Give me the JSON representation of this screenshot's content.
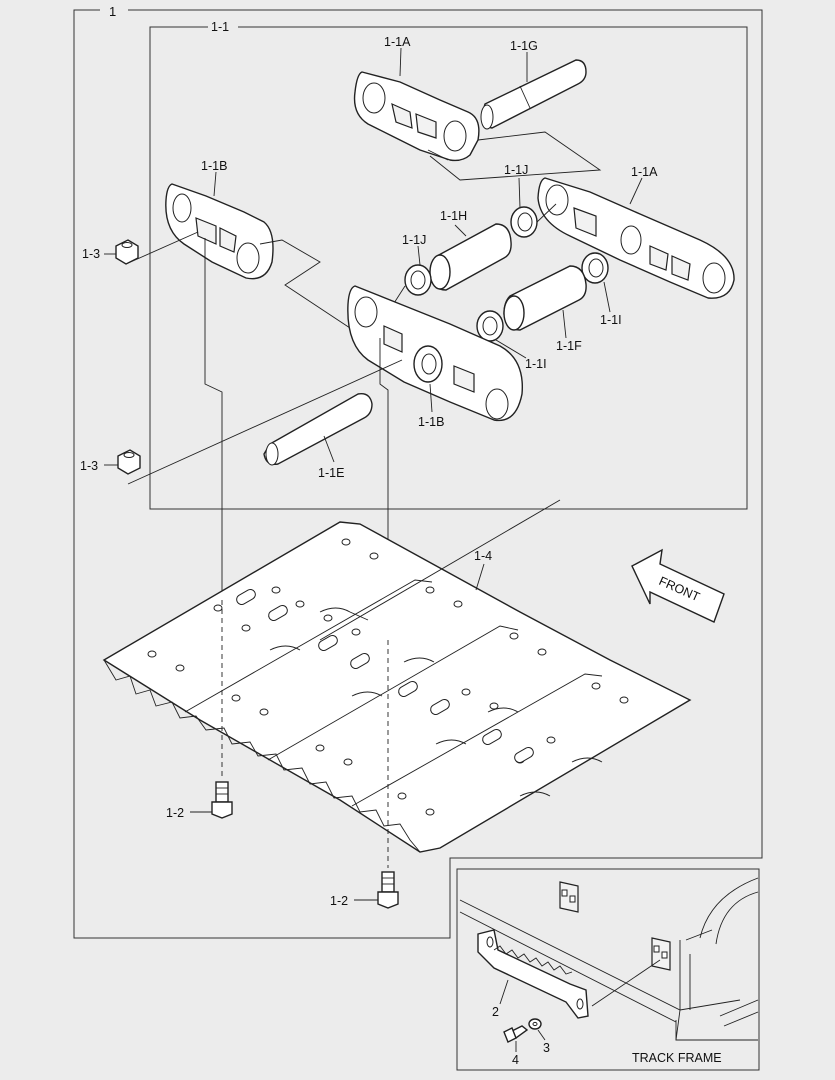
{
  "diagram": {
    "labels": {
      "assembly": "1",
      "link_assembly": "1-1",
      "link_a_top": "1-1A",
      "link_a_right": "1-1A",
      "pin_g": "1-1G",
      "link_b_left": "1-1B",
      "link_b_center": "1-1B",
      "seal_j_right": "1-1J",
      "seal_j_left": "1-1J",
      "bushing_h": "1-1H",
      "bushing_f": "1-1F",
      "seal_i_right": "1-1I",
      "seal_i_center": "1-1I",
      "pin_e": "1-1E",
      "nut_upper": "1-3",
      "nut_lower": "1-3",
      "shoe": "1-4",
      "bolt_left": "1-2",
      "bolt_right": "1-2",
      "guard": "2",
      "washer": "3",
      "guard_bolt": "4"
    },
    "front_arrow": "FRONT",
    "inset_caption": "TRACK FRAME"
  }
}
